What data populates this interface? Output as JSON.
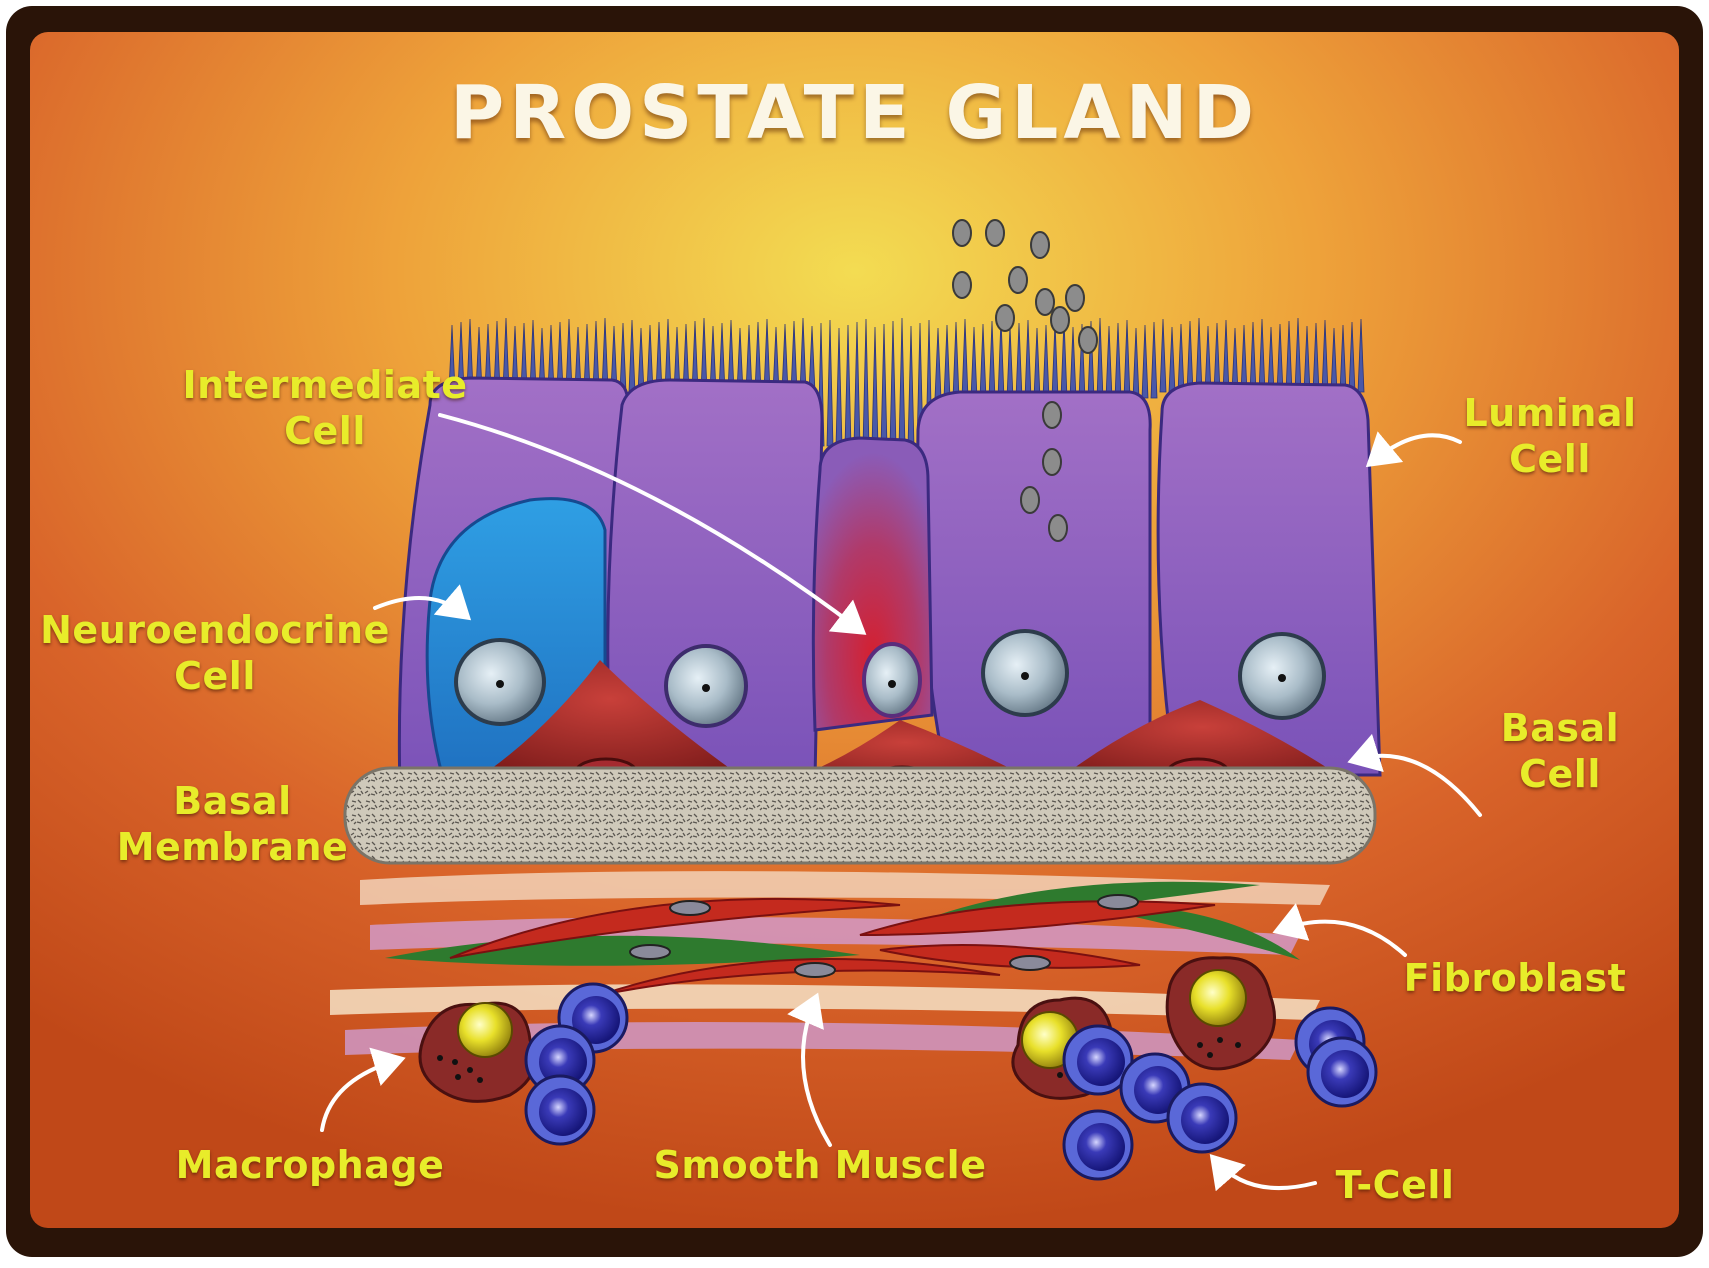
{
  "title": "PROSTATE GLAND",
  "labels": {
    "intermediate_cell": [
      "Intermediate",
      "Cell"
    ],
    "luminal_cell": [
      "Luminal",
      "Cell"
    ],
    "neuroendocrine_cell": [
      "Neuroendocrine",
      "Cell"
    ],
    "basal_cell": [
      "Basal",
      "Cell"
    ],
    "basal_membrane": [
      "Basal",
      "Membrane"
    ],
    "fibroblast": "Fibroblast",
    "macrophage": "Macrophage",
    "smooth_muscle": "Smooth Muscle",
    "t_cell": "T-Cell"
  },
  "colors": {
    "frame": "#2a1408",
    "background_center": "#f0d048",
    "background_edge": "#c84818",
    "label": "#e8ec2a",
    "title": "#fbf6e6",
    "luminal_cell": "#9a63be",
    "neuroendocrine_cell": "#2e8fd6",
    "intermediate_cell": "#c0283a",
    "basal_cell": "#8a1f1f",
    "basal_membrane": "#c8c2b2",
    "fibroblast": "#2e7a2e",
    "smooth_muscle": "#c42a1e",
    "t_cell": "#2a2a9a",
    "macrophage": "#8a2a28",
    "secretory_granule": "#8a8a8a",
    "arrow": "#ffffff"
  }
}
